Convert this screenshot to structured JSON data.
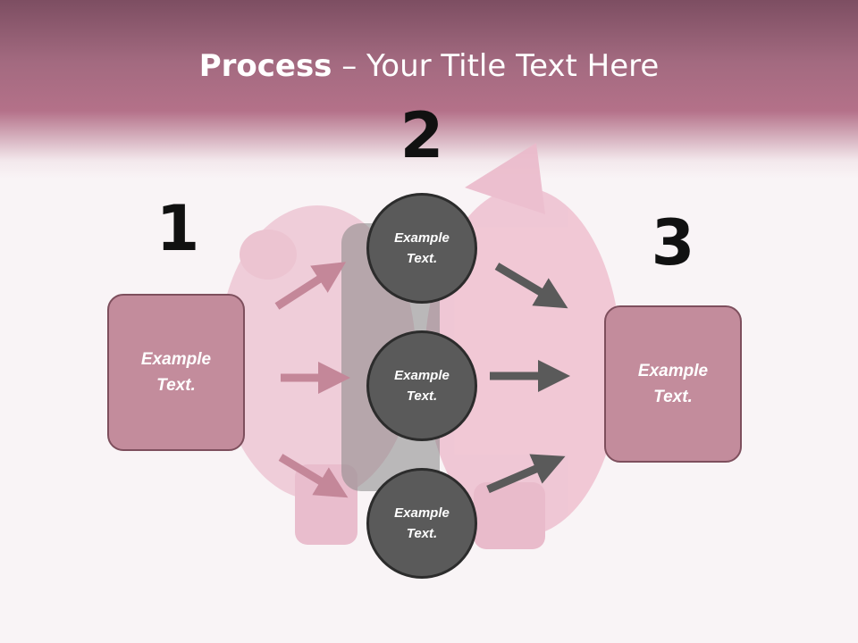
{
  "title": {
    "bold": "Process",
    "rest": " – Your Title Text Here"
  },
  "steps": [
    {
      "number": "1",
      "box_text": "Example Text."
    },
    {
      "number": "2"
    },
    {
      "number": "3",
      "box_text": "Example Text."
    }
  ],
  "circles": [
    {
      "text": "Example Text."
    },
    {
      "text": "Example Text."
    },
    {
      "text": "Example Text."
    }
  ],
  "colors": {
    "header_dark": "#7d4e62",
    "box_fill": "#c38c9c",
    "box_border": "#7e4f5d",
    "circle_fill": "#5a5a5a",
    "arrow_pink": "#c48799",
    "arrow_gray": "#5a5a5a",
    "pig_pink": "#efc5d4"
  }
}
